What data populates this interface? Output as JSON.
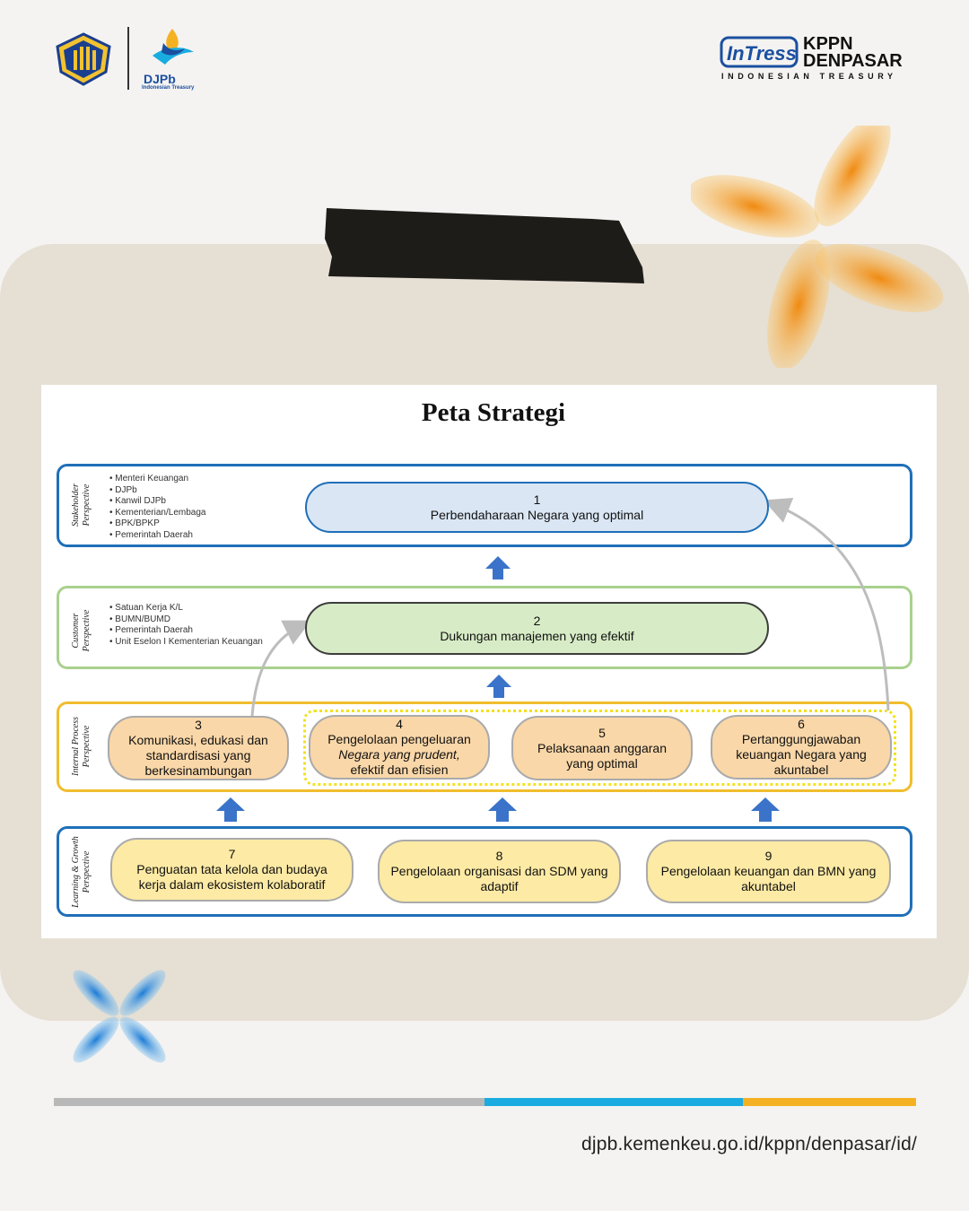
{
  "header": {
    "djpb_label": "DJPb",
    "djpb_sub": "Indonesian Treasury",
    "intress_label": "InTress",
    "brand_line1": "KPPN",
    "brand_line2": "DENPASAR",
    "brand_sub": "INDONESIAN TREASURY"
  },
  "diagram": {
    "title": "Peta Strategi",
    "perspectives": [
      {
        "line1": "Stakeholder",
        "line2": "Perspective",
        "bullets": [
          "Menteri Keuangan",
          "DJPb",
          "Kanwil DJPb",
          "Kementerian/Lembaga",
          "BPK/BPKP",
          "Pemerintah Daerah"
        ]
      },
      {
        "line1": "Customer",
        "line2": "Perspective",
        "bullets": [
          "Satuan Kerja K/L",
          "BUMN/BUMD",
          "Pemerintah Daerah",
          "Unit Eselon I Kementerian Keuangan"
        ]
      },
      {
        "line1": "Internal Process",
        "line2": "Perspective"
      },
      {
        "line1": "Learning & Growth",
        "line2": "Perspective"
      }
    ],
    "nodes": [
      {
        "num": "1",
        "lines": [
          "Perbendaharaan Negara yang optimal"
        ]
      },
      {
        "num": "2",
        "lines": [
          "Dukungan manajemen yang efektif"
        ]
      },
      {
        "num": "3",
        "lines": [
          "Komunikasi, edukasi dan",
          "standardisasi yang",
          "berkesinambungan"
        ]
      },
      {
        "num": "4",
        "lines": [
          "Pengelolaan pengeluaran",
          "Negara yang prudent,",
          "efektif dan efisien"
        ]
      },
      {
        "num": "5",
        "lines": [
          "Pelaksanaan anggaran",
          "yang optimal"
        ]
      },
      {
        "num": "6",
        "lines": [
          "Pertanggungjawaban",
          "keuangan Negara yang",
          "akuntabel"
        ]
      },
      {
        "num": "7",
        "lines": [
          "Penguatan tata kelola dan budaya",
          "kerja dalam ekosistem kolaboratif"
        ]
      },
      {
        "num": "8",
        "lines": [
          "Pengelolaan organisasi dan SDM yang",
          "adaptif"
        ]
      },
      {
        "num": "9",
        "lines": [
          "Pengelolaan keuangan dan BMN yang",
          "akuntabel"
        ]
      }
    ],
    "colors": {
      "stakeholder": "#1f6fb8",
      "customer": "#a9d18e",
      "internal": "#f0bd2d",
      "learning": "#1f6fb8",
      "arrow": "#3a73c9"
    }
  },
  "footer": {
    "url": "djpb.kemenkeu.go.id/kppn/denpasar/id/",
    "bar_colors": [
      "#b8b8b8",
      "#1aace0",
      "#f4b223"
    ]
  }
}
